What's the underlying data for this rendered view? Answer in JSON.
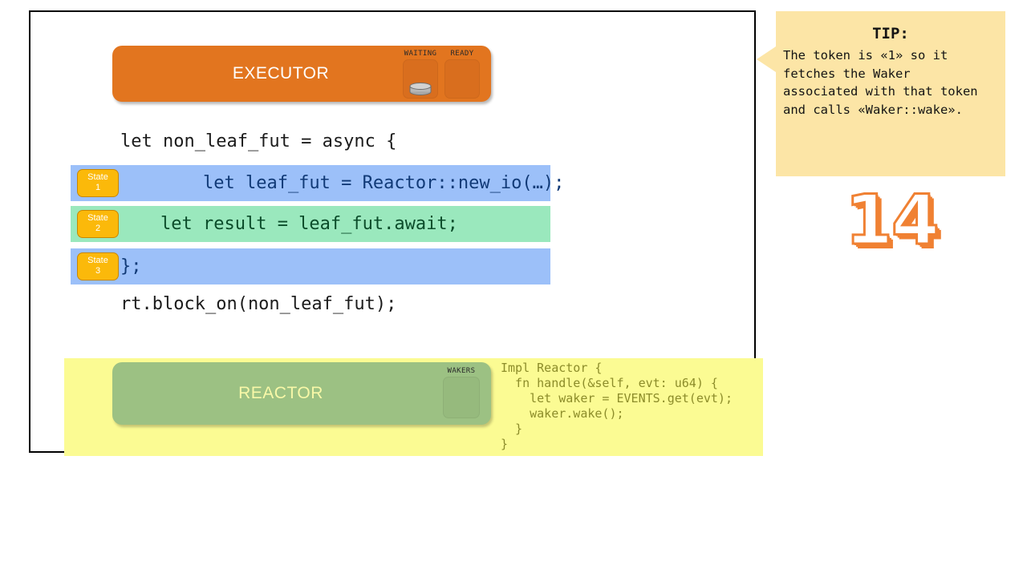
{
  "slide": {
    "number": "14"
  },
  "executor": {
    "title": "EXECUTOR",
    "queues": [
      {
        "label": "WAITING",
        "has_token": true
      },
      {
        "label": "READY",
        "has_token": false
      }
    ],
    "token_icon": "cylinder-token-icon"
  },
  "code": {
    "line_top": "let non_leaf_fut = async {",
    "line_bottom": "rt.block_on(non_leaf_fut);",
    "states": [
      {
        "chip_label": "State",
        "chip_number": "1",
        "text": "    let leaf_fut = Reactor::new_io(…);",
        "highlight_color": "#9cc0f9",
        "text_color": "#113a77",
        "arrow": false
      },
      {
        "chip_label": "State",
        "chip_number": "2",
        "text": "let result = leaf_fut.await;",
        "highlight_color": "#9ae8bd",
        "text_color": "#0b4c2a",
        "arrow": true,
        "arrow_icon": "red-right-arrow-icon",
        "arrow_color": "#ee0000"
      },
      {
        "chip_label": "State",
        "chip_number": "3",
        "text": "};",
        "highlight_color": "#9cc0f9",
        "text_color": "#113a77",
        "arrow": false
      }
    ]
  },
  "reactor": {
    "title": "REACTOR",
    "queue_label": "WAKERS",
    "code": "Impl Reactor {\n  fn handle(&self, evt: u64) {\n    let waker = EVENTS.get(evt);\n    waker.wake();\n  }\n}",
    "panel_color": "#fbfb93",
    "bar_color": "#9cc183"
  },
  "tip": {
    "title": "TIP:",
    "body": "The token is «1» so it\nfetches the Waker\nassociated with that token\nand calls «Waker::wake».",
    "background_color": "#fce5a6"
  },
  "colors": {
    "executor_orange": "#e2751f",
    "state_chip_amber": "#fbb90a",
    "slide_number_orange": "#f08133"
  }
}
